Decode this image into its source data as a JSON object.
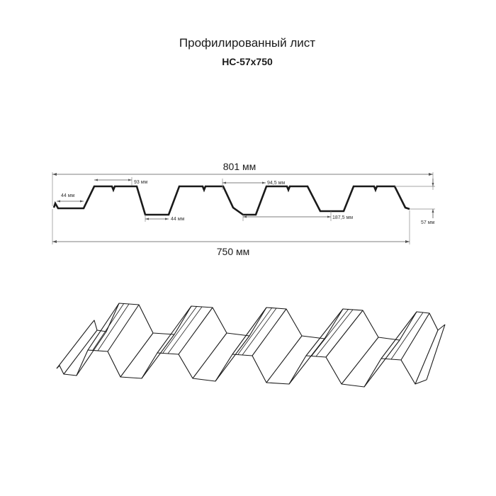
{
  "header": {
    "title": "Профилированный лист",
    "model": "НС-57х750"
  },
  "dimensions": {
    "overall_width": "801 мм",
    "working_width": "750 мм",
    "rib_top_width": "93 мм",
    "rib_top_width_2": "94,5 мм",
    "bottom_width": "44 мм",
    "edge_width": "44 мм",
    "pitch": "187,5 мм",
    "height": "57 мм"
  },
  "colors": {
    "line": "#1a1a1a",
    "dimension": "#555555",
    "background": "#ffffff"
  }
}
